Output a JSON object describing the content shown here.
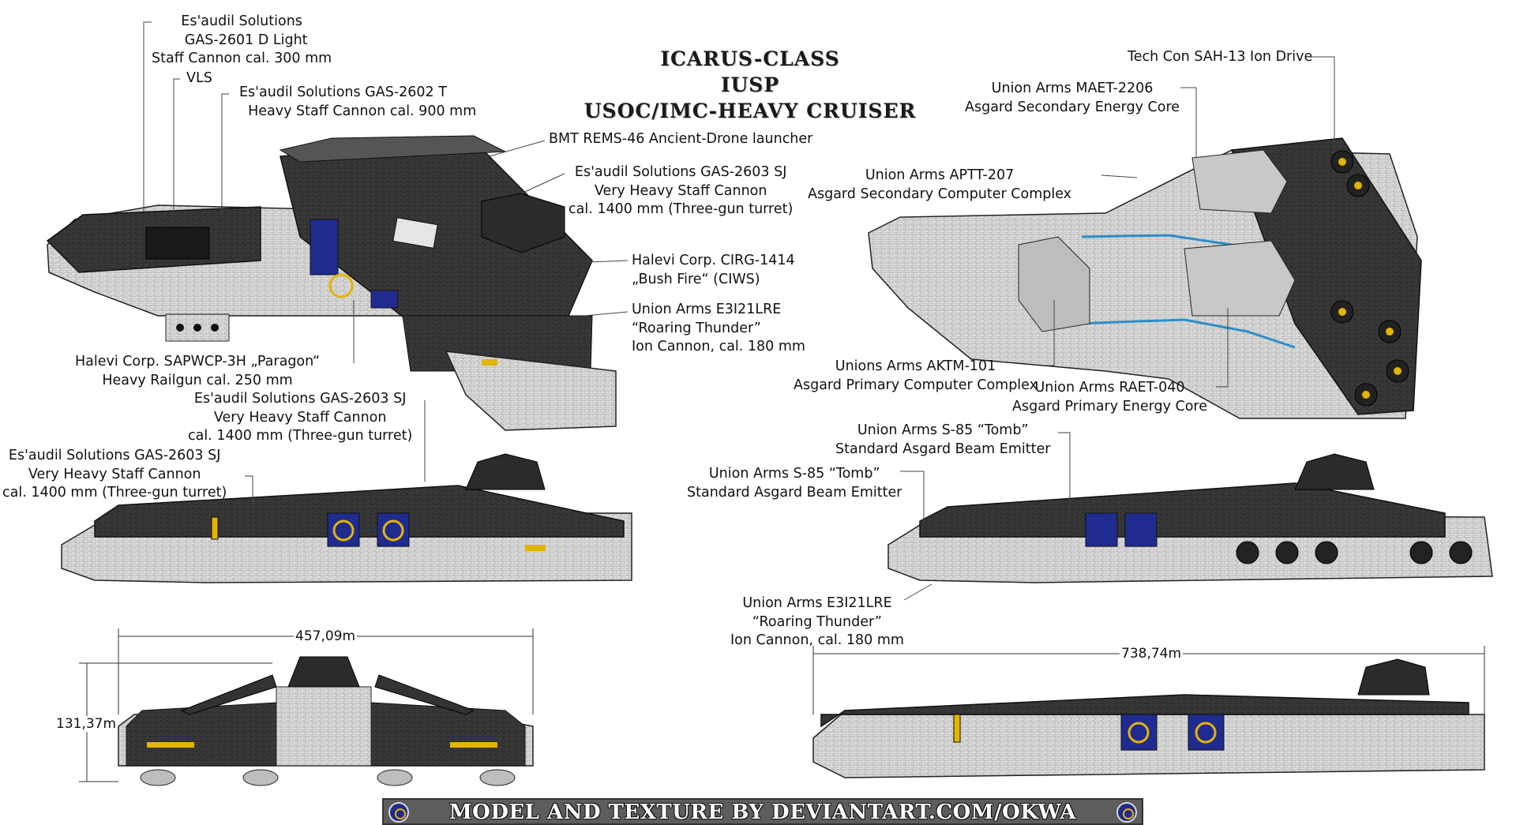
{
  "title": {
    "line1": "ICARUS-CLASS",
    "line2": "IUSP",
    "line3": "USOC/IMC-HEAVY CRUISER"
  },
  "labels": {
    "gas2601": "Es'audil Solutions\n  GAS-2601 D Light\nStaff Cannon cal. 300 mm",
    "vls": "VLS",
    "gas2602": "Es'audil Solutions GAS-2602 T\n  Heavy Staff Cannon cal. 900 mm",
    "rems46": "BMT REMS-46 Ancient-Drone launcher",
    "gas2603_top": "Es'audil Solutions GAS-2603 SJ\nVery Heavy Staff Cannon\ncal. 1400 mm (Three-gun turret)",
    "cirg1414": "Halevi Corp. CIRG-1414\n„Bush Fire“ (CIWS)",
    "e3i21lre_top": "Union Arms E3I21LRE\n“Roaring Thunder”\nIon Cannon, cal. 180 mm",
    "sapwcp": "Halevi Corp. SAPWCP-3H „Paragon“\nHeavy Railgun cal. 250 mm",
    "gas2603_mid": "Es'audil Solutions GAS-2603 SJ\nVery Heavy Staff Cannon\ncal. 1400 mm (Three-gun turret)",
    "gas2603_left": "Es'audil Solutions GAS-2603 SJ\nVery Heavy Staff Cannon\ncal. 1400 mm (Three-gun turret)",
    "sah13": "Tech Con SAH-13 Ion Drive",
    "maet2206": "Union Arms MAET-2206\nAsgard Secondary Energy Core",
    "aptt207": "Union Arms APTT-207\nAsgard Secondary Computer Complex",
    "aktm101": "Unions Arms AKTM-101\nAsgard Primary Computer Complex",
    "raet040": "Union Arms RAET-040\nAsgard Primary Energy Core",
    "s85_a": "Union Arms S-85 “Tomb”\nStandard Asgard Beam Emitter",
    "s85_b": "Union Arms S-85 “Tomb”\nStandard Asgard Beam Emitter",
    "e3i21lre_bottom": "Union Arms E3I21LRE\n“Roaring Thunder”\nIon Cannon, cal. 180 mm"
  },
  "dimensions": {
    "width": "457,09m",
    "height": "131,37m",
    "length": "738,74m"
  },
  "credit": "MODEL AND TEXTURE BY DEVIANTART.COM/OKWA",
  "colors": {
    "hull_dark": "#3a3a3a",
    "hull_light": "#d9d9d9",
    "emblem_blue": "#1f2b8f",
    "emblem_gold": "#e3b400",
    "energy_cyan": "#2a8fc8"
  }
}
